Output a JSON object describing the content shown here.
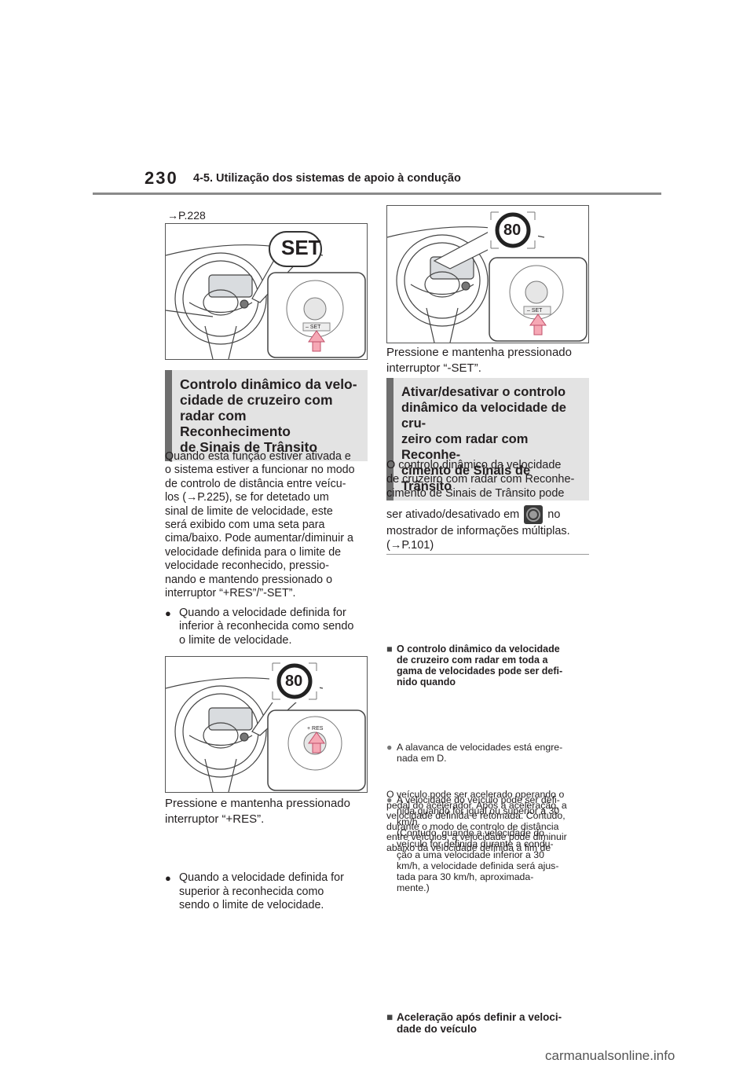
{
  "header": {
    "page_number": "230",
    "section_title": "4-5. Utilização dos sistemas de apoio à condução"
  },
  "left": {
    "ref_top": "→P.228",
    "fig1_label": "SET",
    "fig1_button": "– SET",
    "heading1": [
      "Controlo dinâmico da velo-",
      "cidade de cruzeiro com",
      "radar com Reconhecimento",
      "de Sinais de Trânsito"
    ],
    "para1": [
      "Quando esta função estiver ativada e",
      "o sistema estiver a funcionar no modo",
      "de controlo de distância entre veícu-",
      "los (→P.225), se for detetado um",
      "sinal de limite de velocidade, este",
      "será exibido com uma seta para",
      "cima/baixo. Pode aumentar/diminuir a",
      "velocidade definida para o limite de",
      "velocidade reconhecido, pressio-",
      "nando e mantendo pressionado o",
      "interruptor “+RES”/”-SET”."
    ],
    "bullet1": [
      "Quando a velocidade definida for",
      "inferior à reconhecida como sendo",
      "o limite de velocidade."
    ],
    "fig2_sign": "80",
    "fig2_button": "+ RES",
    "caption2": [
      "Pressione e mantenha pressionado",
      "interruptor “+RES”."
    ],
    "bullet2": [
      "Quando a velocidade definida for",
      "superior à reconhecida como",
      "sendo o limite de velocidade."
    ]
  },
  "right": {
    "fig3_sign": "80",
    "fig3_button": "– SET",
    "caption3": [
      "Pressione e mantenha pressionado",
      "interruptor “-SET”."
    ],
    "heading2": [
      "Ativar/desativar o controlo",
      "dinâmico da velocidade de cru-",
      "zeiro com radar com Reconhe-",
      "cimento de Sinais de Trânsito"
    ],
    "para2_lines": [
      "O controlo dinâmico da velocidade",
      "de cruzeiro com radar com Reconhe-",
      "cimento de Sinais de Trânsito pode"
    ],
    "para2_inline_before": "ser ativado/desativado em",
    "para2_inline_after": "no",
    "para2_tail": [
      "mostrador de informações múltiplas.",
      "(→P.101)"
    ],
    "note1_head": [
      "O controlo dinâmico da velocidade",
      "de cruzeiro com radar em toda a",
      "gama de velocidades pode ser defi-",
      "nido quando"
    ],
    "note1_b1": [
      "A alavanca de velocidades está engre-",
      "nada em D."
    ],
    "note1_b2": [
      "A velocidade do veículo pode ser defi-",
      "nida quando for igual ou superior a 30",
      "km/h.",
      "(Contudo, quando a velocidade do",
      "veículo for definida durante a condu-",
      "ção a uma velocidade inferior a 30",
      "km/h, a velocidade definida será ajus-",
      "tada para 30 km/h, aproximada-",
      "mente.)"
    ],
    "note2_head": [
      "Aceleração após definir a veloci-",
      "dade do veículo"
    ],
    "note2_text": [
      "O veículo pode ser acelerado operando o",
      "pedal do acelerador. Após a aceleração, a",
      "velocidade definida é retomada. Contudo,",
      "durante o modo de controlo de distância",
      "entre veículos, a velocidade pode diminuir",
      "abaixo da velocidade definida a fim de"
    ]
  },
  "footer": {
    "watermark": "carmanualsonline.info"
  }
}
